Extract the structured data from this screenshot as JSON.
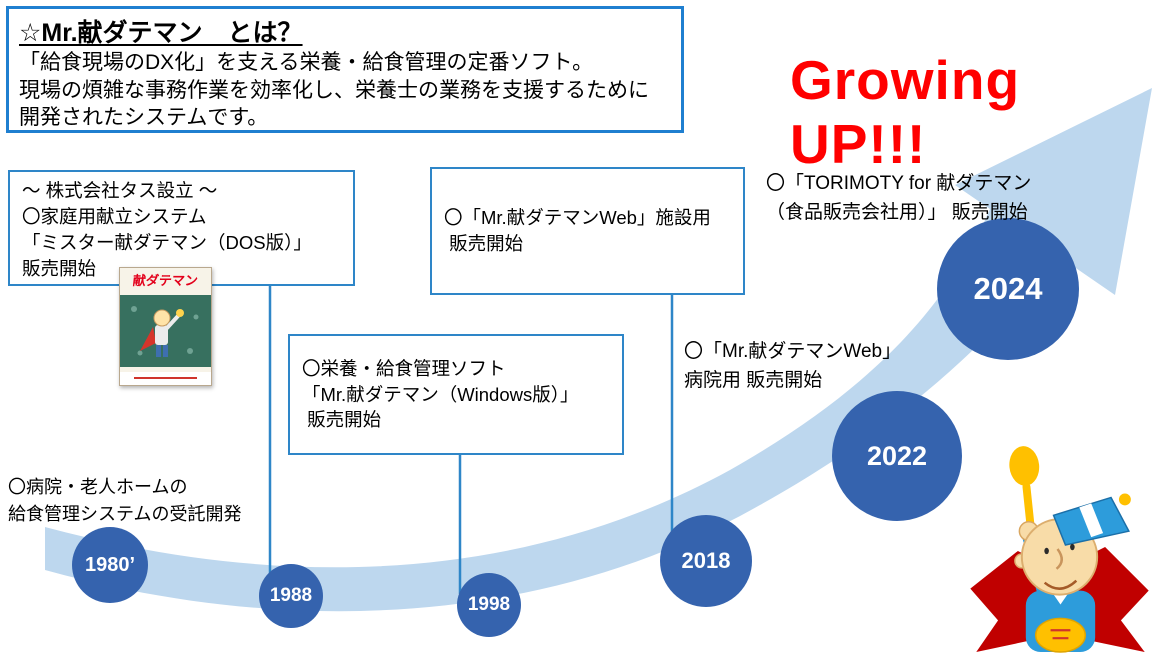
{
  "intro": {
    "title": "☆Mr.献ダテマン　とは？",
    "body": "「給食現場のDX化」を支える栄養・給食管理の定番ソフト。\n現場の煩雑な事務作業を効率化し、栄養士の業務を支援するために\n開発されたシステムです。"
  },
  "headline": "Growing UP!!!",
  "timeline": {
    "milestones": [
      {
        "year": "1980’",
        "note": "〇病院・老人ホームの\n給食管理システムの受託開発"
      },
      {
        "year": "1988",
        "note": "〜 株式会社タス設立 〜\n〇家庭用献立システム\n「ミスター献ダテマン（DOS版）」\n販売開始"
      },
      {
        "year": "1998",
        "note": "〇栄養・給食管理ソフト\n「Mr.献ダテマン（Windows版）」\n 販売開始"
      },
      {
        "year": "2018",
        "note": "〇「Mr.献ダテマンWeb」施設用\n 販売開始"
      },
      {
        "year": "2022",
        "note": "〇「Mr.献ダテマンWeb」\n病院用 販売開始"
      },
      {
        "year": "2024",
        "note": "〇「TORIMOTY for 献ダテマン\n（食品販売会社用）」 販売開始"
      }
    ]
  },
  "product_box": {
    "brand": "献ダテマン"
  },
  "colors": {
    "arrow_fill": "#BDD7EE",
    "circle_fill": "#3563AE",
    "box_border": "#2E86C8",
    "intro_border": "#1F7FD0",
    "headline_red": "#FF0000",
    "cape_red": "#C00000",
    "mascot_blue": "#2D9CDB",
    "spoon_yellow": "#FFC000"
  }
}
